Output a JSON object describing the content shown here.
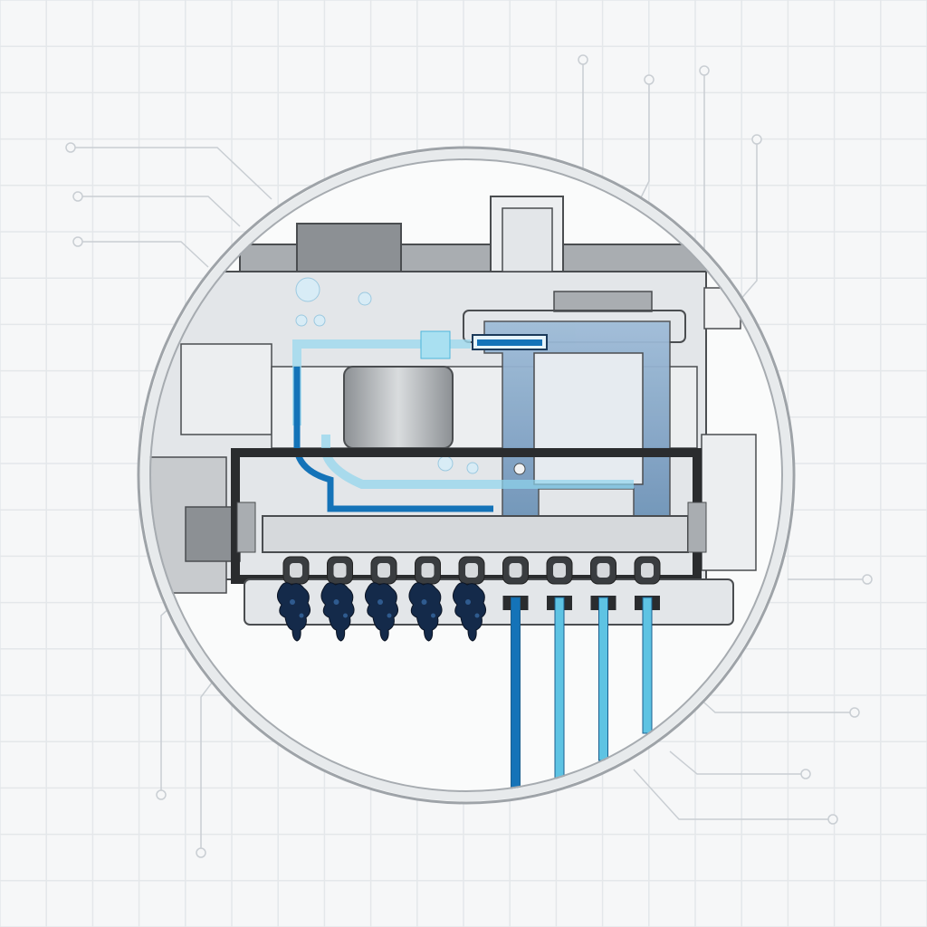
{
  "colors": {
    "background": "#f6f7f8",
    "grid": "#e4e7ea",
    "circuit_trace": "#c9ced3",
    "lens_ring": "#b9bec3",
    "housing_light": "#e3e6e9",
    "housing_mid": "#b4b8bc",
    "housing_dark": "#7f8386",
    "housing_outline": "#4a4d50",
    "ink_channel_dark_blue": "#1473b8",
    "ink_channel_light_blue": "#5ec3e3",
    "chamber_blue": "#8fb0cf",
    "clog_dark": "#142a4a"
  },
  "nozzles": {
    "total": 9,
    "clogged": 5,
    "flowing": 4,
    "states": [
      "clogged",
      "clogged",
      "clogged",
      "clogged",
      "clogged",
      "flowing-dark",
      "flowing-light",
      "flowing-light",
      "flowing-light"
    ]
  },
  "icons": [
    "magnifier-lens",
    "printhead-cross-section",
    "ink-droplet",
    "circuit-trace"
  ]
}
